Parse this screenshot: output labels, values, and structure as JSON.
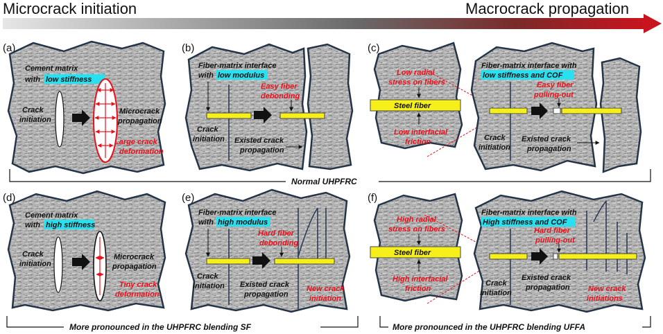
{
  "header": {
    "left": "Microcrack initiation",
    "right": "Macrocrack propagation"
  },
  "colors": {
    "accent_red": "#c8141e",
    "text_red": "#e8101a",
    "highlight": "#27e0f0",
    "fiber": "#f6ef1a"
  },
  "panels": {
    "a": {
      "label": "(a)",
      "title1": "Cement matrix",
      "title2_pre": "with",
      "title2_hl": "low stiffness",
      "left1": "Crack",
      "left2": "initiation",
      "right1": "Microcrack",
      "right2": "propagation",
      "red1": "Large crack",
      "red2": "deformation"
    },
    "b": {
      "label": "(b)",
      "title1": "Fiber-matrix interface",
      "title2_pre": "with",
      "title2_hl": "low modulus",
      "red1": "Easy fiber",
      "red2": "debonding",
      "left1": "Crack",
      "left2": "initiation",
      "mid1": "Existed crack",
      "mid2": "propagation"
    },
    "c": {
      "label": "(c)",
      "red_top1": "Low radial",
      "red_top2": "stress on fibers",
      "fiber": "Steel fiber",
      "red_bot1": "Low interfacial",
      "red_bot2": "friction",
      "title1": "Fiber-matrix interface with",
      "title2_hl": "low stiffness and COF",
      "red1": "Easy fiber",
      "red2": "pulling-out",
      "left1": "Crack",
      "left2": "initiation",
      "mid1": "Existed crack",
      "mid2": "propagation"
    },
    "d": {
      "label": "(d)",
      "title1": "Cement matrix",
      "title2_pre": "with",
      "title2_hl": "high stiffness",
      "left1": "Crack",
      "left2": "initiation",
      "right1": "Microcrack",
      "right2": "propagation",
      "red1": "Tiny crack",
      "red2": "deformation"
    },
    "e": {
      "label": "(e)",
      "title1": "Fiber-matrix interface",
      "title2_pre": "with",
      "title2_hl": "high modulus",
      "red1": "Hard fiber",
      "red2": "debonding",
      "left1": "Crack",
      "left2": "initiation",
      "mid1": "Existed crack",
      "mid2": "propagation",
      "red3": "New crack",
      "red4": "initiation"
    },
    "f": {
      "label": "(f)",
      "red_top1": "High radial",
      "red_top2": "stress on fibers",
      "fiber": "Steel fiber",
      "red_bot1": "High interfacial",
      "red_bot2": "friction",
      "title1": "Fiber-matrix interface with",
      "title2_hl": "High stiffness and COF",
      "red1": "Hard fiber",
      "red2": "pulling-out",
      "left1": "Crack",
      "left2": "initiation",
      "mid1": "Existed crack",
      "mid2": "propagation",
      "red3": "New crack",
      "red4": "initiations"
    }
  },
  "brackets": {
    "top": "Normal UHPFRC",
    "bottom_left": "More pronounced in the UHPFRC blending SF",
    "bottom_right": "More pronounced in the UHPFRC blending UFFA"
  }
}
